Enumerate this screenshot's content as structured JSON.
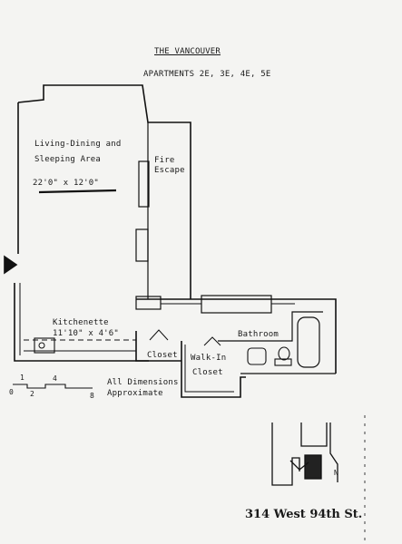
{
  "header": {
    "building_name": "THE VANCOUVER",
    "apartments": "APARTMENTS 2E, 3E, 4E, 5E"
  },
  "rooms": {
    "living": {
      "line1": "Living-Dining and",
      "line2": "Sleeping Area",
      "dimensions": "22'0\" x 12'0\""
    },
    "fire_escape": {
      "line1": "Fire",
      "line2": "Escape"
    },
    "kitchenette": {
      "label": "Kitchenette",
      "dimensions": "11'10\" x 4'6\""
    },
    "bathroom": "Bathroom",
    "closet": "Closet",
    "walk_in_closet": {
      "line1": "Walk-In",
      "line2": "Closet"
    }
  },
  "scale": {
    "ticks": [
      "0",
      "2",
      "8",
      "1",
      "4"
    ],
    "note_line1": "All Dimensions",
    "note_line2": "Approximate"
  },
  "compass": "N",
  "address": "314 West 94th St."
}
